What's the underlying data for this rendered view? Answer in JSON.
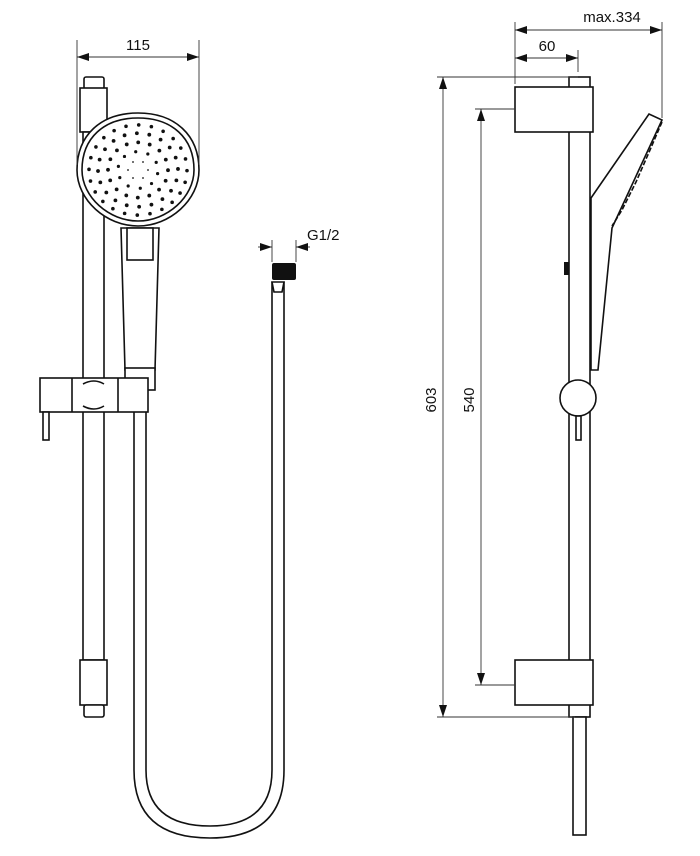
{
  "drawing": {
    "dimensions": {
      "head_width": "115",
      "hose_thread": "G1/2",
      "total_height": "603",
      "bracket_spacing": "540",
      "max_projection": "max.334",
      "bracket_depth": "60"
    },
    "line_color": "#111111",
    "background": "#ffffff"
  }
}
